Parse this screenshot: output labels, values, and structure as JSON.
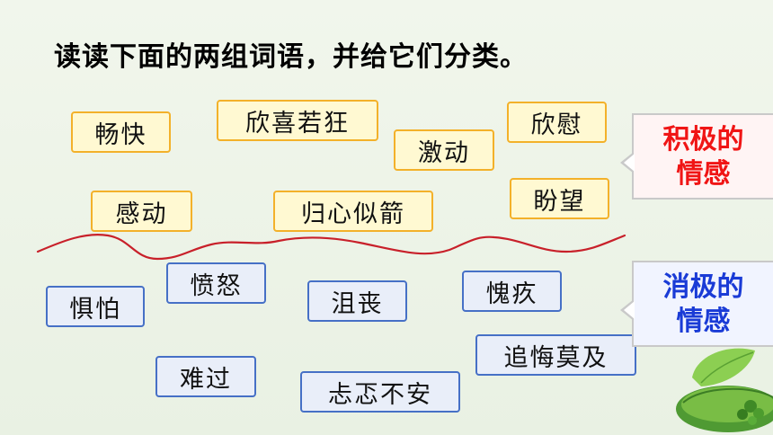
{
  "instruction": "读读下面的两组词语，并给它们分类。",
  "positive_words": [
    "畅快",
    "欣喜若狂",
    "欣慰",
    "激动",
    "感动",
    "归心似箭",
    "盼望"
  ],
  "negative_words": [
    "惧怕",
    "愤怒",
    "沮丧",
    "愧疚",
    "追悔莫及",
    "难过",
    "忐忑不安"
  ],
  "category_positive": {
    "line1": "积极的",
    "line2": "情感",
    "color": "#f01515"
  },
  "category_negative": {
    "line1": "消极的",
    "line2": "情感",
    "color": "#1a3bd6"
  },
  "colors": {
    "positive_chip_border": "#f3b12a",
    "positive_chip_fill": "#fff9d2",
    "negative_chip_border": "#4670c6",
    "negative_chip_fill": "#e9eef9",
    "divider": "#c8202a"
  }
}
